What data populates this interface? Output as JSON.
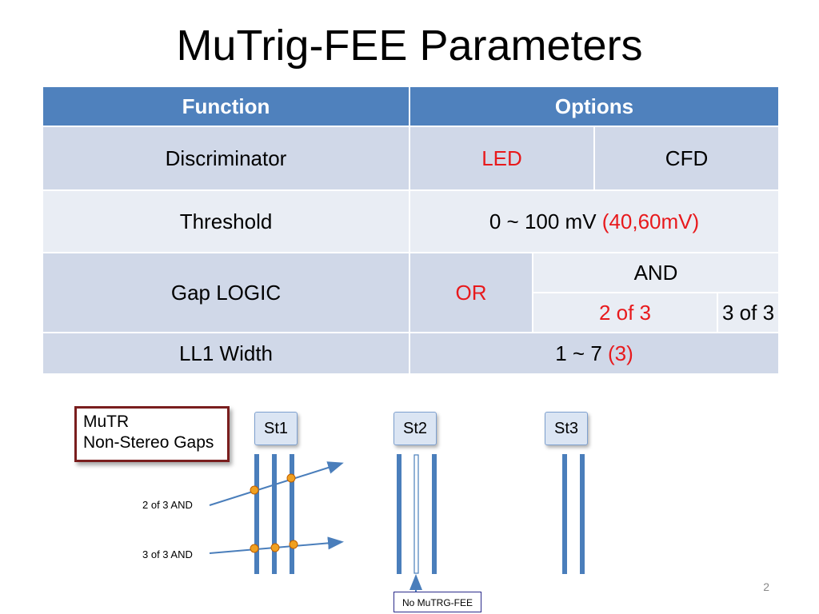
{
  "slide": {
    "title": "MuTrig-FEE Parameters",
    "page_number": "2"
  },
  "table": {
    "headers": [
      "Function",
      "Options"
    ],
    "discriminator": {
      "label": "Discriminator",
      "opt1": "LED",
      "opt2": "CFD"
    },
    "threshold": {
      "label": "Threshold",
      "range": "0 ~ 100 mV ",
      "selected": "(40,60mV)"
    },
    "gap_logic": {
      "label": "Gap LOGIC",
      "or": "OR",
      "and": "AND",
      "and_opt1": "2 of 3",
      "and_opt2": "3 of 3"
    },
    "ll1_width": {
      "label": "LL1 Width",
      "range": "1 ~ 7  ",
      "selected": "(3)"
    }
  },
  "diagram": {
    "box_label_line1": "MuTR",
    "box_label_line2": "Non-Stereo Gaps",
    "stations": [
      "St1",
      "St2",
      "St3"
    ],
    "label_2of3": "2 of 3 AND",
    "label_3of3": "3 of 3 AND",
    "no_mutrg": "No MuTRG-FEE"
  },
  "colors": {
    "header": "#4f81bd",
    "row_dark": "#d0d8e8",
    "row_light": "#e9edf4",
    "selected_text": "#e8191c",
    "gap_bar": "#4a7ebb"
  }
}
